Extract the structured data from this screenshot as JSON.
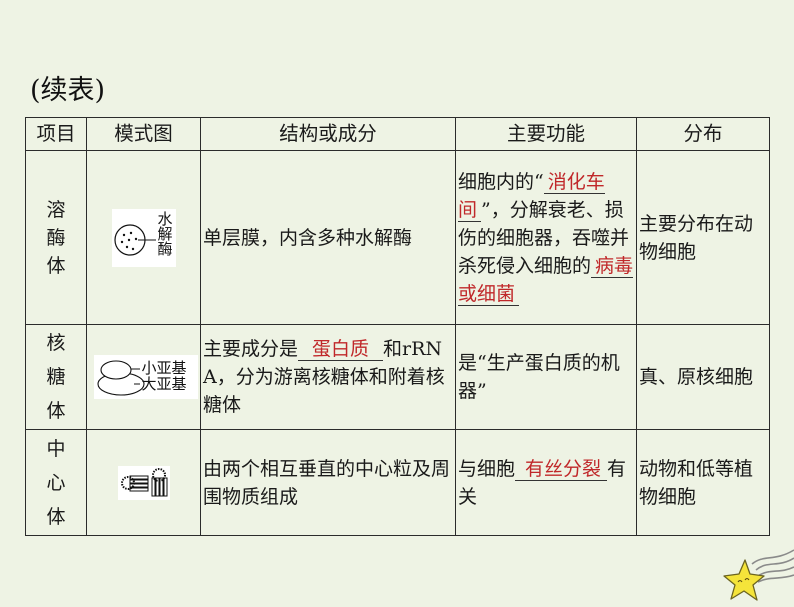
{
  "caption": "(续表)",
  "table": {
    "headers": [
      "项目",
      "模式图",
      "结构或成分",
      "主要功能",
      "分布"
    ],
    "rows": [
      {
        "item": [
          "溶",
          "酶",
          "体"
        ],
        "diagram": {
          "type": "lysosome",
          "label": [
            "水",
            "解",
            "酶"
          ]
        },
        "structure": {
          "text": "单层膜，内含多种水解酶"
        },
        "function": {
          "before": "细胞内的“",
          "blank1": "消化车间",
          "middle": "”，分解衰老、损伤的细胞器，吞噬并杀死侵入细胞的",
          "blank2": "病毒或细菌"
        },
        "distribution": "主要分布在动物细胞"
      },
      {
        "item": [
          "核",
          "糖",
          "体"
        ],
        "diagram": {
          "type": "ribosome",
          "small_label": "小亚基",
          "large_label": "大亚基"
        },
        "structure": {
          "before": "主要成分是",
          "blank": "蛋白质",
          "after": "和rRNA，分为游离核糖体和附着核糖体"
        },
        "function": {
          "text": "是“生产蛋白质的机器”"
        },
        "distribution": "真、原核细胞"
      },
      {
        "item": [
          "中",
          "心",
          "体"
        ],
        "diagram": {
          "type": "centrosome"
        },
        "structure": {
          "text": "由两个相互垂直的中心粒及周围物质组成"
        },
        "function": {
          "before": "与细胞",
          "blank": "有丝分裂",
          "after": "有关"
        },
        "distribution": "动物和低等植物细胞"
      }
    ]
  },
  "decoration": {
    "icon": "shooting-star-icon",
    "star_color": "#f5e43a"
  },
  "colors": {
    "background": "#eef3e4",
    "answer_text": "#c0282a",
    "border": "#2b2b2b"
  }
}
